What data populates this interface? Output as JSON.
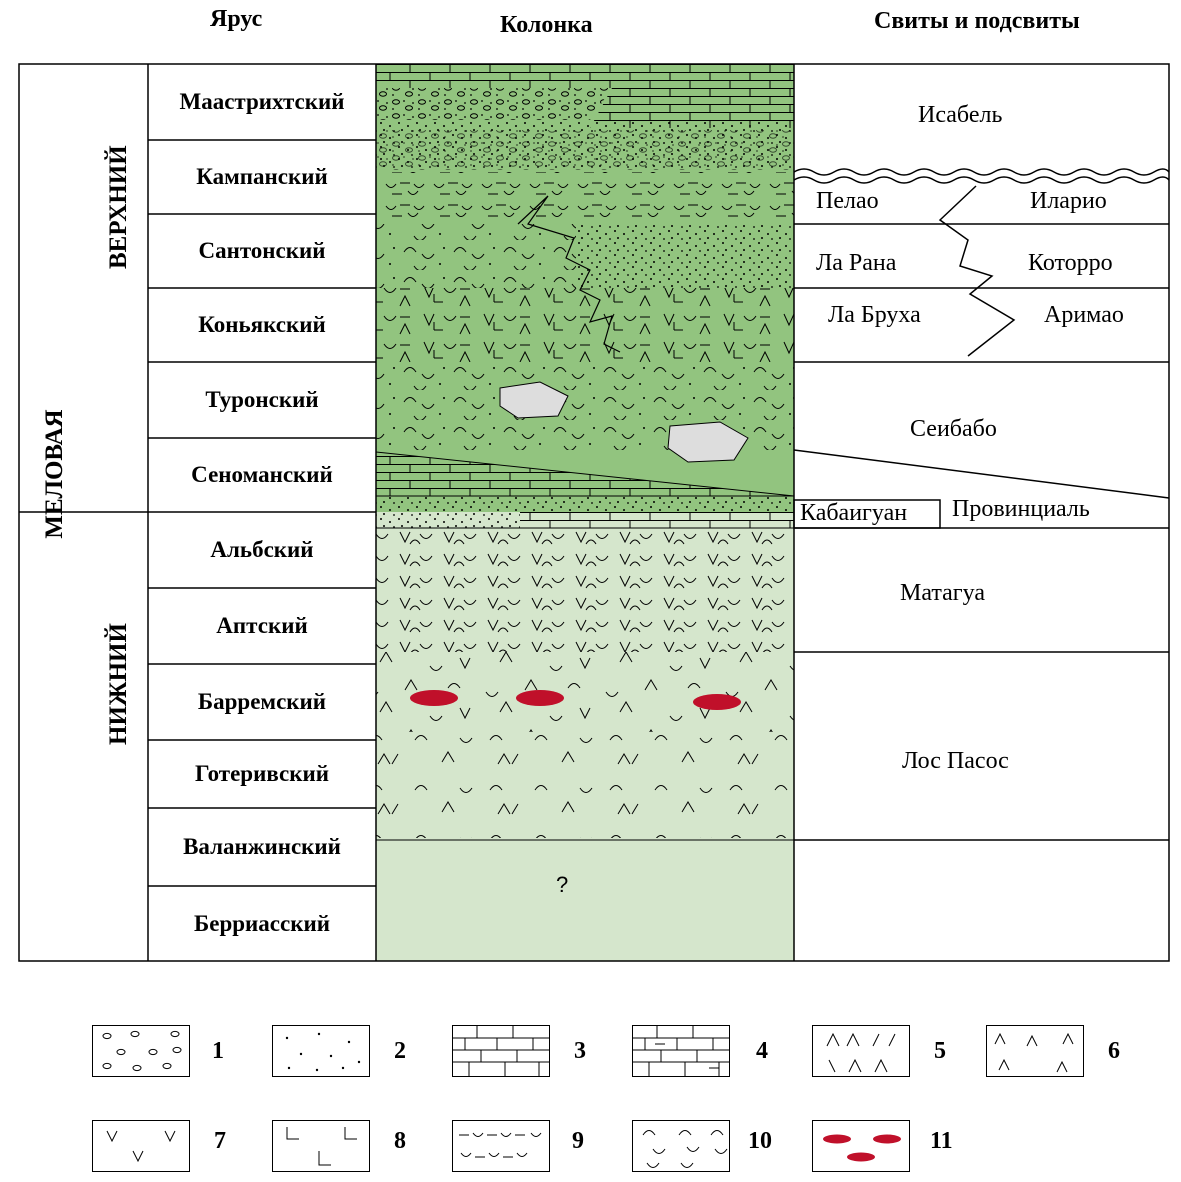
{
  "headers": {
    "stage": "Ярус",
    "column": "Колонка",
    "formations": "Свиты и подсвиты"
  },
  "system": "МЕЛОВАЯ",
  "series": {
    "upper": "ВЕРХНИЙ",
    "lower": "НИЖНИЙ"
  },
  "stages": [
    "Маастрихтский",
    "Кампанский",
    "Сантонский",
    "Коньякский",
    "Туронский",
    "Сеноманский",
    "Альбский",
    "Аптский",
    "Барремский",
    "Готеривский",
    "Валанжинский",
    "Берриасский"
  ],
  "formations": {
    "isabel": "Исабель",
    "pelao": "Пелао",
    "ilario": "Иларио",
    "la_rana": "Ла Рана",
    "kotorro": "Которро",
    "la_brukha": "Ла Бруха",
    "arimao": "Аримао",
    "seibabo": "Сеибабо",
    "kabaiguan": "Кабаигуан",
    "provincial": "Провинциаль",
    "matagua": "Матагуа",
    "los_pasos": "Лос Пасос"
  },
  "column_unknown": "?",
  "legend": [
    "1",
    "2",
    "3",
    "4",
    "5",
    "6",
    "7",
    "8",
    "9",
    "10",
    "11"
  ],
  "colors": {
    "dark_green": "#92c47f",
    "light_green": "#d5e6cc",
    "lens_red": "#c0102a"
  }
}
